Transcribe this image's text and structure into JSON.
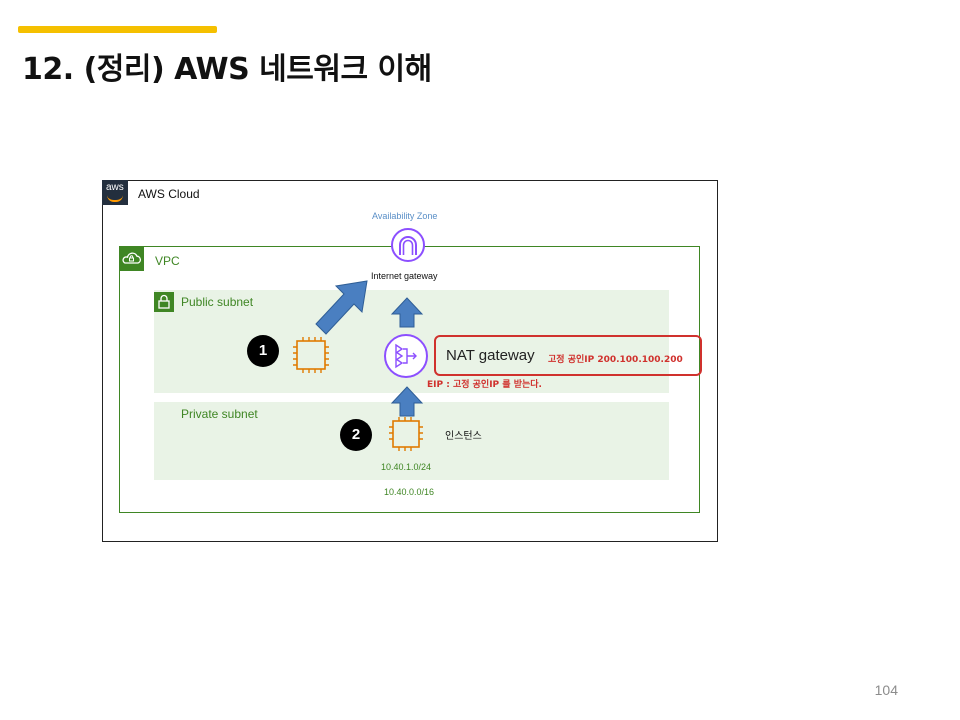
{
  "slide": {
    "title": "12. (정리) AWS 네트워크 이해",
    "page_number": "104",
    "accent_color": "#f5c000"
  },
  "diagram": {
    "cloud": {
      "label": "AWS Cloud",
      "logo_text": "aws"
    },
    "availability_zone": {
      "label": "Availability Zone"
    },
    "vpc": {
      "label": "VPC",
      "cidr": "10.40.0.0/16",
      "color": "#3f8624"
    },
    "internet_gateway": {
      "label": "Internet gateway",
      "icon": "internet-gateway-icon",
      "color": "#8c4fff"
    },
    "public_subnet": {
      "label": "Public subnet",
      "icon": "lock-icon"
    },
    "private_subnet": {
      "label": "Private subnet",
      "cidr": "10.40.1.0/24"
    },
    "nat_gateway": {
      "label": "NAT gateway",
      "ip_note": "고정 공인IP 200.100.100.200",
      "eip_note": "EIP : 고정 공인IP 를 받는다.",
      "highlight_color": "#d0312d"
    },
    "instance": {
      "label": "인스턴스",
      "icon": "ec2-instance-icon",
      "color": "#e07b00"
    },
    "badges": [
      "1",
      "2"
    ],
    "arrow_color": "#4a7fc1"
  }
}
